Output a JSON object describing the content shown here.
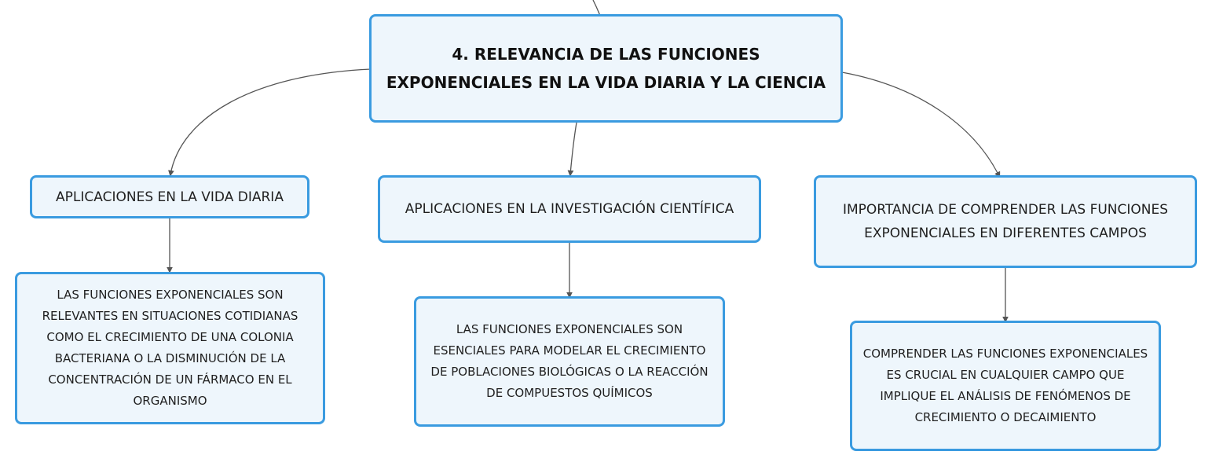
{
  "root": {
    "text": "4. RELEVANCIA DE LAS FUNCIONES EXPONENCIALES EN LA VIDA DIARIA Y LA CIENCIA"
  },
  "branches": [
    {
      "title": "APLICACIONES EN LA VIDA DIARIA",
      "detail": "LAS FUNCIONES EXPONENCIALES SON RELEVANTES EN SITUACIONES COTIDIANAS COMO EL CRECIMIENTO DE UNA COLONIA BACTERIANA O LA DISMINUCIÓN DE LA CONCENTRACIÓN DE UN FÁRMACO EN EL ORGANISMO"
    },
    {
      "title": "APLICACIONES EN LA INVESTIGACIÓN CIENTÍFICA",
      "detail": "LAS FUNCIONES EXPONENCIALES SON ESENCIALES PARA MODELAR EL CRECIMIENTO DE POBLACIONES BIOLÓGICAS O LA REACCIÓN DE COMPUESTOS QUÍMICOS"
    },
    {
      "title": "IMPORTANCIA DE COMPRENDER LAS FUNCIONES EXPONENCIALES EN DIFERENTES CAMPOS",
      "detail": "COMPRENDER LAS FUNCIONES EXPONENCIALES ES CRUCIAL EN CUALQUIER CAMPO QUE IMPLIQUE EL ANÁLISIS DE FENÓMENOS DE CRECIMIENTO O DECAIMIENTO"
    }
  ],
  "colors": {
    "node_border": "#3a9be0",
    "node_fill": "#eef6fc",
    "connector": "#555555"
  }
}
